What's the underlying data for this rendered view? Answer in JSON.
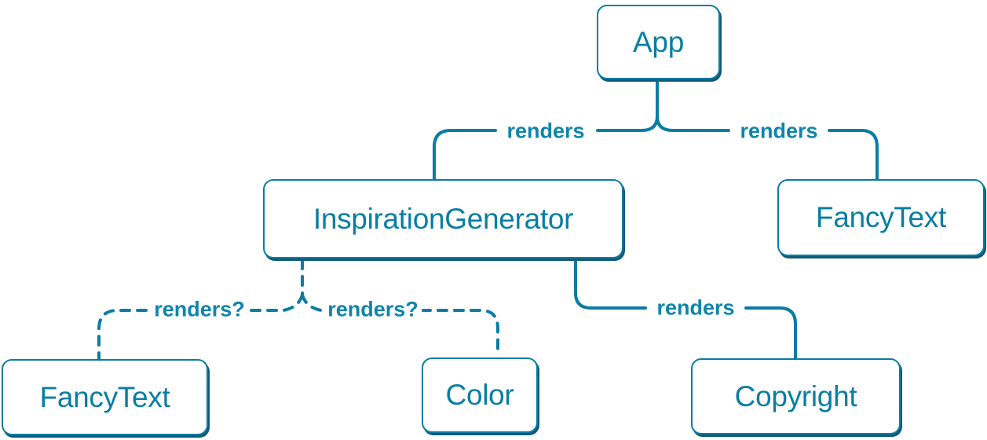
{
  "colors": {
    "accent": "#087ea4",
    "line": "#0b7ca4",
    "node_background": "#ffffff",
    "node_shadow": "#0e5a79"
  },
  "nodes": [
    {
      "id": "app",
      "label": "App"
    },
    {
      "id": "inspiration-generator",
      "label": "InspirationGenerator"
    },
    {
      "id": "fancy-text-top",
      "label": "FancyText"
    },
    {
      "id": "fancy-text-bottom",
      "label": "FancyText"
    },
    {
      "id": "color",
      "label": "Color"
    },
    {
      "id": "copyright",
      "label": "Copyright"
    }
  ],
  "edges": [
    {
      "from": "App",
      "to": "InspirationGenerator",
      "label": "renders",
      "style": "solid"
    },
    {
      "from": "App",
      "to": "FancyText",
      "label": "renders",
      "style": "solid"
    },
    {
      "from": "InspirationGenerator",
      "to": "FancyText",
      "label": "renders?",
      "style": "dashed"
    },
    {
      "from": "InspirationGenerator",
      "to": "Color",
      "label": "renders?",
      "style": "dashed"
    },
    {
      "from": "InspirationGenerator",
      "to": "Copyright",
      "label": "renders",
      "style": "solid"
    }
  ]
}
